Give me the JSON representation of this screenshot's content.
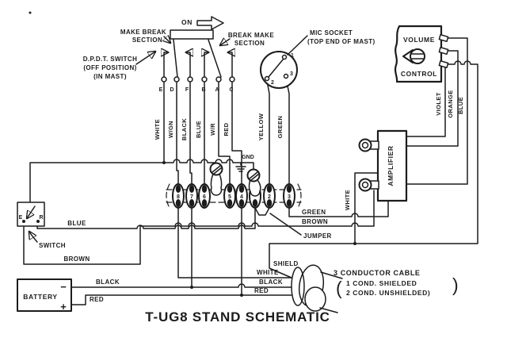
{
  "title": "T-UG8 STAND SCHEMATIC",
  "colors": {
    "ink": "#1c1c1c",
    "paper": "#ffffff"
  },
  "top_switch": {
    "on_label": "ON",
    "make_break_line1": "MAKE BREAK",
    "make_break_line2": "SECTION",
    "break_make_line1": "BREAK MAKE",
    "break_make_line2": "SECTION",
    "dpdt_line1": "D.P.D.T. SWITCH",
    "dpdt_line2": "(OFF POSITION)",
    "dpdt_line3": "(IN MAST)",
    "contacts": [
      "E",
      "D",
      "F",
      "B",
      "A",
      "C"
    ],
    "wire_labels": [
      "WHITE",
      "W/GN",
      "BLACK",
      "BLUE",
      "W/R",
      "RED"
    ]
  },
  "mic_socket": {
    "label_line1": "MIC  SOCKET",
    "label_line2": "(TOP END OF MAST)",
    "pins": [
      "1",
      "2",
      "3"
    ],
    "wire_labels": [
      "YELLOW",
      "GREEN"
    ]
  },
  "volume_control": {
    "line1": "VOLUME",
    "line2": "CONTROL",
    "wire_labels": [
      "VIOLET",
      "ORANGE",
      "BLUE"
    ]
  },
  "amplifier": {
    "label": "AMPLIFIER",
    "white_wire_label": "WHITE"
  },
  "terminal_strip": {
    "gnd_label": "GND",
    "terminals": [
      "8",
      "7",
      "6",
      "5",
      "4",
      "",
      "2",
      "3"
    ]
  },
  "left_switch": {
    "contact_e": "E",
    "contact_r": "R",
    "label": "SWITCH",
    "blue_wire": "BLUE",
    "brown_wire": "BROWN"
  },
  "battery": {
    "label": "BATTERY",
    "minus": "−",
    "plus": "+",
    "black_wire": "BLACK",
    "red_wire": "RED"
  },
  "right_wires": {
    "green": "GREEN",
    "brown": "BROWN",
    "jumper": "JUMPER",
    "shield": "SHIELD"
  },
  "cable": {
    "white": "WHITE",
    "black": "BLACK",
    "red": "RED",
    "line1": "3 CONDUCTOR  CABLE",
    "line2": "1 COND. SHIELDED",
    "line3": "2 COND. UNSHIELDED)",
    "paren_open": "(",
    "paren_close": ")"
  }
}
